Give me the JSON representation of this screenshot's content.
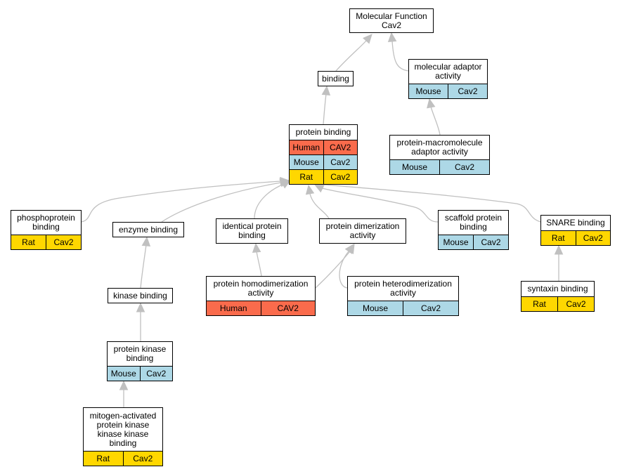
{
  "species_colors": {
    "Human": "#fa6b4c",
    "Mouse": "#add8e6",
    "Rat": "#ffd700"
  },
  "edge_color": "#c0c0c0",
  "nodes": {
    "mf": {
      "title": [
        "Molecular Function",
        "Cav2"
      ],
      "rows": []
    },
    "binding": {
      "title": [
        "binding"
      ],
      "rows": []
    },
    "molecular_adaptor": {
      "title": [
        "molecular adaptor",
        "activity"
      ],
      "rows": [
        {
          "species": "Mouse",
          "gene": "Cav2"
        }
      ]
    },
    "protein_macromolecule_adaptor": {
      "title": [
        "protein-macromolecule",
        "adaptor activity"
      ],
      "rows": [
        {
          "species": "Mouse",
          "gene": "Cav2"
        }
      ]
    },
    "protein_binding": {
      "title": [
        "protein binding"
      ],
      "rows": [
        {
          "species": "Human",
          "gene": "CAV2"
        },
        {
          "species": "Mouse",
          "gene": "Cav2"
        },
        {
          "species": "Rat",
          "gene": "Cav2"
        }
      ]
    },
    "phosphoprotein_binding": {
      "title": [
        "phosphoprotein",
        "binding"
      ],
      "rows": [
        {
          "species": "Rat",
          "gene": "Cav2"
        }
      ]
    },
    "enzyme_binding": {
      "title": [
        "enzyme binding"
      ],
      "rows": []
    },
    "identical_protein_binding": {
      "title": [
        "identical protein",
        "binding"
      ],
      "rows": []
    },
    "protein_dimerization": {
      "title": [
        "protein dimerization",
        "activity"
      ],
      "rows": []
    },
    "scaffold_protein_binding": {
      "title": [
        "scaffold protein",
        "binding"
      ],
      "rows": [
        {
          "species": "Mouse",
          "gene": "Cav2"
        }
      ]
    },
    "snare_binding": {
      "title": [
        "SNARE binding"
      ],
      "rows": [
        {
          "species": "Rat",
          "gene": "Cav2"
        }
      ]
    },
    "protein_homodimerization": {
      "title": [
        "protein homodimerization",
        "activity"
      ],
      "rows": [
        {
          "species": "Human",
          "gene": "CAV2"
        }
      ]
    },
    "protein_heterodimerization": {
      "title": [
        "protein heterodimerization",
        "activity"
      ],
      "rows": [
        {
          "species": "Mouse",
          "gene": "Cav2"
        }
      ]
    },
    "syntaxin_binding": {
      "title": [
        "syntaxin binding"
      ],
      "rows": [
        {
          "species": "Rat",
          "gene": "Cav2"
        }
      ]
    },
    "kinase_binding": {
      "title": [
        "kinase binding"
      ],
      "rows": []
    },
    "protein_kinase_binding": {
      "title": [
        "protein kinase",
        "binding"
      ],
      "rows": [
        {
          "species": "Mouse",
          "gene": "Cav2"
        }
      ]
    },
    "mapkkk_binding": {
      "title": [
        "mitogen-activated",
        "protein kinase",
        "kinase kinase",
        "binding"
      ],
      "rows": [
        {
          "species": "Rat",
          "gene": "Cav2"
        }
      ]
    }
  }
}
